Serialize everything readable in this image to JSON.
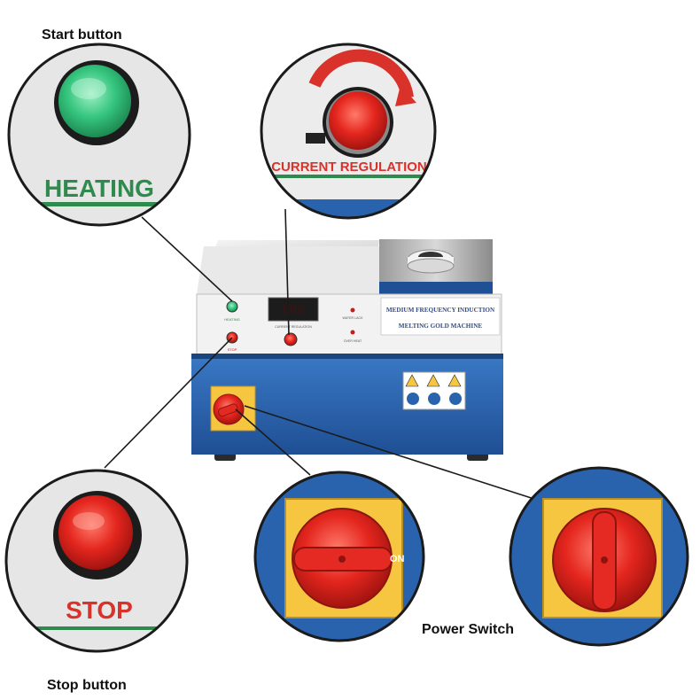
{
  "captions": {
    "start": "Start button",
    "stop": "Stop button",
    "power": "Power Switch"
  },
  "callouts": {
    "heating_label": "HEATING",
    "current_label": "CURRENT REGULATION",
    "stop_label": "STOP",
    "switch_on_mark": "ON"
  },
  "machine": {
    "title_line1": "MEDIUM FREQUENCY INDUCTION",
    "title_line2": "MELTING GOLD MACHINE",
    "panel_heating": "HEATING",
    "panel_stop": "STOP",
    "panel_current": "CURRENT REGULATION",
    "panel_water": "WATER LACK",
    "panel_overheat": "OVER HEAT",
    "display_value": "888"
  },
  "colors": {
    "body_blue": "#2a63ad",
    "panel_white": "#f2f2f2",
    "button_green": "#32c27a",
    "button_red": "#e22a22",
    "switch_yellow": "#f6c640",
    "accent_green": "#2f8a4d",
    "callout_gray": "#e8e8e8",
    "callout_border": "#1b1b1b"
  }
}
